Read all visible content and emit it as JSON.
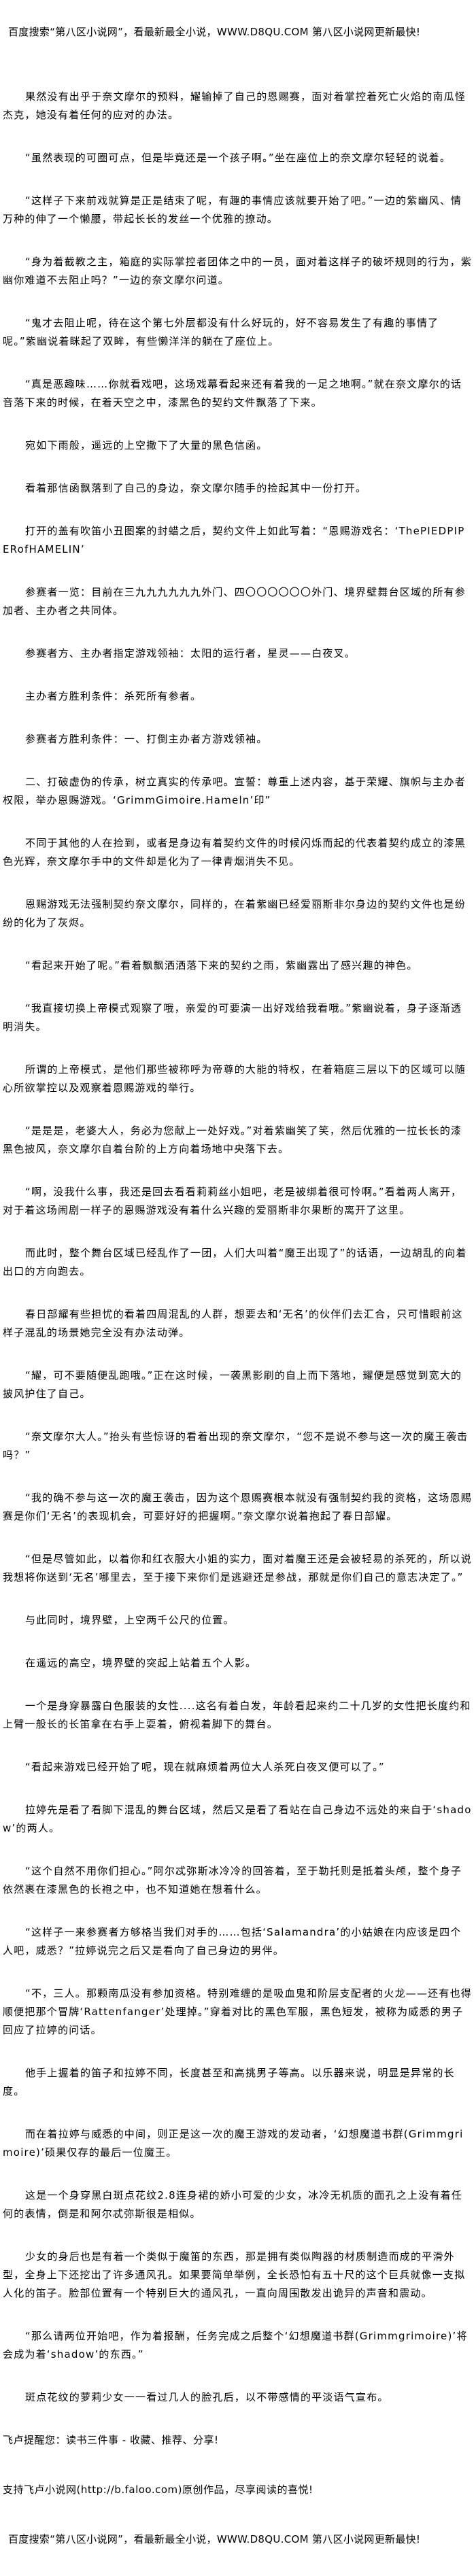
{
  "banner": "百度搜索“第八区小说网”，看最新最全小说，WWW.D8QU.COM   第八区小说网更新最快!",
  "paragraphs": [
    "果然没有出乎于奈文摩尔的预料，耀输掉了自己的恩赐赛，面对着掌控着死亡火焰的南瓜怪杰克，她没有着任何的应对的办法。",
    "“虽然表现的可圈可点，但是毕竟还是一个孩子啊。”坐在座位上的奈文摩尔轻轻的说着。",
    "“这样子下来前戏就算是正是结束了呢，有趣的事情应该就要开始了吧。”一边的紫幽风、情万种的伸了一个懒腰，带起长长的发丝一个优雅的撩动。",
    "“身为着截教之主，箱庭的实际掌控者团体之中的一员，面对着这样子的破坏规则的行为，紫幽你难道不去阻止吗？”一边的奈文摩尔问道。",
    "“鬼才去阻止呢，待在这个第七外层都没有什么好玩的，好不容易发生了有趣的事情了呢。”紫幽说着眯起了双眸，有些懒洋洋的躺在了座位上。",
    "“真是恶趣味……你就看戏吧，这场戏幕看起来还有着我的一足之地啊。”就在奈文摩尔的话音落下来的时候，在着天空之中，漆黑色的契约文件飘落了下来。",
    "宛如下雨般，遥远的上空撒下了大量的黑色信函。",
    "看着那信函飘落到了自己的身边，奈文摩尔随手的捡起其中一份打开。",
    "打开的盖有吹笛小丑图案的封蜡之后，契约文件上如此写着：“恩赐游戏名：‘ThePIEDPIPERofHAMELIN’",
    "参赛者一览：目前在三九九九九九九外门、四〇〇〇〇〇〇外门、境界壁舞台区域的所有参加者、主办者之共同体。",
    "参赛者方、主办者指定游戏领袖：太阳的运行者，星灵——白夜叉。",
    "主办者方胜利条件：杀死所有参者。",
    "参赛者方胜利条件：一、打倒主办者方游戏领袖。",
    "二、打破虚伪的传承，树立真实的传承吧。宣誓：尊重上述内容，基于荣耀、旗帜与主办者权限，举办恩赐游戏。‘GrimmGimoire.Hameln’印”",
    "不同于其他的人在捡到，或者是身边有着契约文件的时候闪烁而起的代表着契约成立的漆黑色光辉，奈文摩尔手中的文件却是化为了一律青烟消失不见。",
    "恩赐游戏无法强制契约奈文摩尔，同样的，在着紫幽已经爱丽斯非尔身边的契约文件也是纷纷的化为了灰烬。",
    "“看起来开始了呢。”看着飘飘洒洒落下来的契约之雨，紫幽露出了感兴趣的神色。",
    "“我直接切换上帝模式观察了哦，亲爱的可要演一出好戏给我看哦。”紫幽说着，身子逐渐透明消失。",
    "所谓的上帝模式，是他们那些被称呼为帝尊的大能的特权，在着箱庭三层以下的区域可以随心所欲掌控以及观察着恩赐游戏的举行。",
    "“是是是，老婆大人，务必为您献上一处好戏。”对着紫幽笑了笑，然后优雅的一拉长长的漆黑色披风，奈文摩尔自着台阶的上方向着场地中央落下去。",
    "“啊，没我什么事，我还是回去看看莉莉丝小姐吧，老是被绑着很可怜啊。”看着两人离开，对于着这场闹剧一样子的恩赐游戏没有着什么兴趣的爱丽斯非尔果断的离开了这里。",
    "而此时，整个舞台区域已经乱作了一团，人们大叫着“魔王出现了”的话语，一边胡乱的向着出口的方向跑去。",
    "春日部耀有些担忧的看着四周混乱的人群，想要去和‘无名’的伙伴们去汇合，只可惜眼前这样子混乱的场景她完全没有办法动弹。",
    "“耀，可不要随便乱跑哦。”正在这时候，一袭黑影刷的自上而下落地，耀便是感觉到宽大的披风护住了自己。",
    "“奈文摩尔大人。”抬头有些惊讶的看着出现的奈文摩尔，“您不是说不参与这一次的魔王袭击吗？”",
    "“我的确不参与这一次的魔王袭击，因为这个恩赐赛根本就没有强制契约我的资格，这场恩赐赛是你们‘无名’的表现机会，可要好好的把握啊。”奈文摩尔说着抱起了春日部耀。",
    "“但是尽管如此，以着你和红衣服大小姐的实力，面对着魔王还是会被轻易的杀死的，所以说我想将你送到‘无名’哪里去，至于接下来你们是逃避还是参战，那就是你们自己的意志决定了。”",
    "与此同时，境界壁，上空两千公尺的位置。",
    "在遥远的高空，境界壁的突起上站着五个人影。",
    "一个是身穿暴露白色服装的女性....这名有着白发，年龄看起来约二十几岁的女性把长度约和上臂一般长的长笛拿在右手上耍着，俯视着脚下的舞台。",
    "“看起来游戏已经开始了呢，现在就麻烦着两位大人杀死白夜叉便可以了。”",
    "拉婷先是看了看脚下混乱的舞台区域，然后又是看了看站在自己身边不远处的来自于‘shadow’的两人。",
    "“这个自然不用你们担心。”阿尔忒弥斯冰冷冷的回答着，至于勒托则是抵着头颅，整个身子依然裹在漆黑色的长袍之中，也不知道她在想着什么。",
    "“这样子一来参赛者方够格当我们对手的……包括‘Salamandra’的小姑娘在内应该是四个人吧，威悉？”拉婷说完之后又是看向了自己身边的男伴。",
    "“不，三人。那颗南瓜没有参加资格。特别难缠的是吸血鬼和阶层支配者的火龙——还有也得顺便把那个冒牌‘Rattenfanger’处理掉。”穿着对比的黑色军服，黑色短发，被称为威悉的男子回应了拉婷的问话。",
    "他手上握着的笛子和拉婷不同，长度甚至和高挑男子等高。以乐器来说，明显是异常的长度。",
    "而在着拉婷与威悉的中间，则正是这一次的魔王游戏的发动者，‘幻想魔道书群(Grimmgrimoire)’硕果仅存的最后一位魔王。",
    "这是一个身穿黑白斑点花纹2.8连身裙的娇小可爱的少女，冰冷无机质的面孔之上没有着任何的表情，倒是和阿尔忒弥斯很是相似。",
    "少女的身后也是有着一个类似于魔笛的东西，那是拥有类似陶器的材质制造而成的平滑外型，全身上下还挖出了许多通风孔。如果要简单举例，全长恐怕有五十尺的这个巨兵就像一支拟人化的笛子。脸部位置有一个特别巨大的通风孔，一直向周围散发出诡异的声音和震动。",
    "“那么请两位开始吧，作为着报酬，任务完成之后整个‘幻想魔道书群(Grimmgrimoire)’将会成为着‘shadow’的东西。”",
    "斑点花纹的萝莉少女一一看过几人的脸孔后，以不带感情的平淡语气宣布。"
  ],
  "footer": {
    "reminder": "飞卢提醒您：读书三件事 - 收藏、推荐、分享!",
    "support": "支持飞卢小说网(http://b.faloo.com)原创作品，尽享阅读的喜悦!"
  }
}
